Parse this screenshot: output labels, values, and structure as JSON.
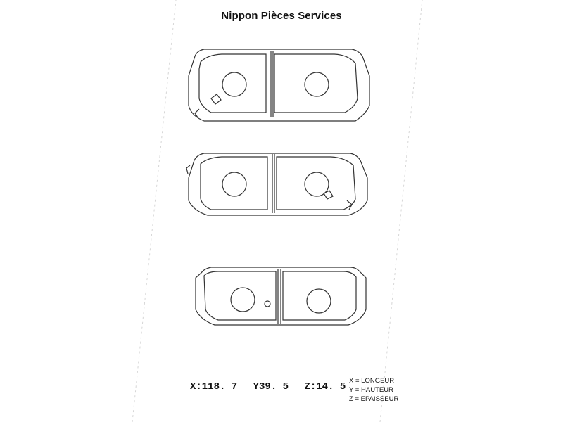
{
  "title": "Nippon Pièces Services",
  "dimensions": {
    "x": "X:118. 7",
    "y": "Y39. 5",
    "z": "Z:14. 5"
  },
  "legend": [
    "X = LONGEUR",
    "Y = HAUTEUR",
    "Z = EPAISSEUR"
  ],
  "colors": {
    "line": "#333333",
    "watermark": "#c8c8c8"
  }
}
